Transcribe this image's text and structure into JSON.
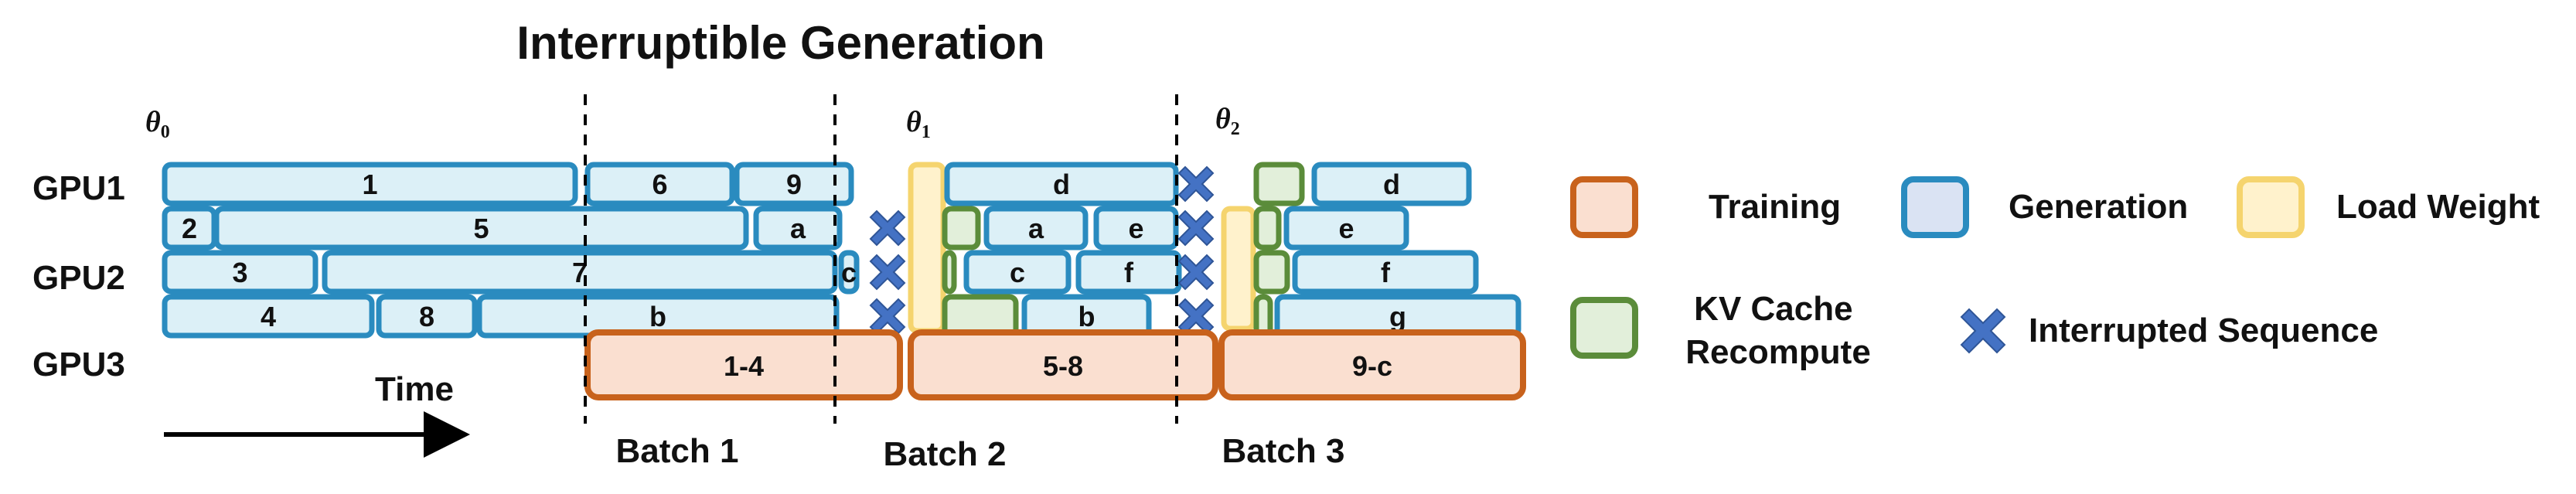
{
  "title": "Interruptible Generation",
  "colors": {
    "generation_fill": "#dcf0f7",
    "generation_stroke": "#2a8bbf",
    "training_fill": "#fadfd0",
    "training_stroke": "#c8621c",
    "load_fill": "#fff2cc",
    "load_stroke": "#f5d46e",
    "kv_fill": "#e2efda",
    "kv_stroke": "#5b8c3a",
    "legend_gen_fill": "#dae3f3",
    "interrupt": "#4472c4"
  },
  "gpus": [
    "GPU1",
    "GPU2",
    "GPU3"
  ],
  "thetas": [
    {
      "label": "θ",
      "sub": "0"
    },
    {
      "label": "θ",
      "sub": "1"
    },
    {
      "label": "θ",
      "sub": "2"
    }
  ],
  "rows": [
    {
      "segments": [
        {
          "type": "generation",
          "label": "1"
        },
        {
          "type": "generation",
          "label": "6"
        },
        {
          "type": "generation",
          "label": "9"
        },
        {
          "type": "load",
          "label": ""
        },
        {
          "type": "generation",
          "label": "d"
        },
        {
          "type": "interrupt"
        },
        {
          "type": "kv",
          "label": ""
        },
        {
          "type": "generation",
          "label": "d"
        }
      ]
    },
    {
      "segments": [
        {
          "type": "generation",
          "label": "2"
        },
        {
          "type": "generation",
          "label": "5"
        },
        {
          "type": "generation",
          "label": "a"
        },
        {
          "type": "interrupt"
        },
        {
          "type": "kv",
          "label": ""
        },
        {
          "type": "generation",
          "label": "a"
        },
        {
          "type": "generation",
          "label": "e"
        },
        {
          "type": "interrupt"
        },
        {
          "type": "load",
          "label": ""
        },
        {
          "type": "kv",
          "label": ""
        },
        {
          "type": "generation",
          "label": "e"
        }
      ]
    },
    {
      "segments": [
        {
          "type": "generation",
          "label": "3"
        },
        {
          "type": "generation",
          "label": "7"
        },
        {
          "type": "generation",
          "label": "c"
        },
        {
          "type": "interrupt"
        },
        {
          "type": "kv",
          "label": ""
        },
        {
          "type": "generation",
          "label": "c"
        },
        {
          "type": "generation",
          "label": "f"
        },
        {
          "type": "interrupt"
        },
        {
          "type": "kv",
          "label": ""
        },
        {
          "type": "generation",
          "label": "f"
        }
      ]
    },
    {
      "segments": [
        {
          "type": "generation",
          "label": "4"
        },
        {
          "type": "generation",
          "label": "8"
        },
        {
          "type": "generation",
          "label": "b"
        },
        {
          "type": "interrupt"
        },
        {
          "type": "kv",
          "label": ""
        },
        {
          "type": "generation",
          "label": "b"
        },
        {
          "type": "interrupt"
        },
        {
          "type": "kv",
          "label": ""
        },
        {
          "type": "generation",
          "label": "g"
        }
      ]
    }
  ],
  "training": [
    "1-4",
    "5-8",
    "9-c"
  ],
  "batches": [
    "Batch 1",
    "Batch 2",
    "Batch 3"
  ],
  "time_label": "Time",
  "legend": {
    "training": "Training",
    "generation": "Generation",
    "load": "Load Weight",
    "kv_line1": "KV Cache",
    "kv_line2": "Recompute",
    "interrupted": "Interrupted Sequence"
  }
}
